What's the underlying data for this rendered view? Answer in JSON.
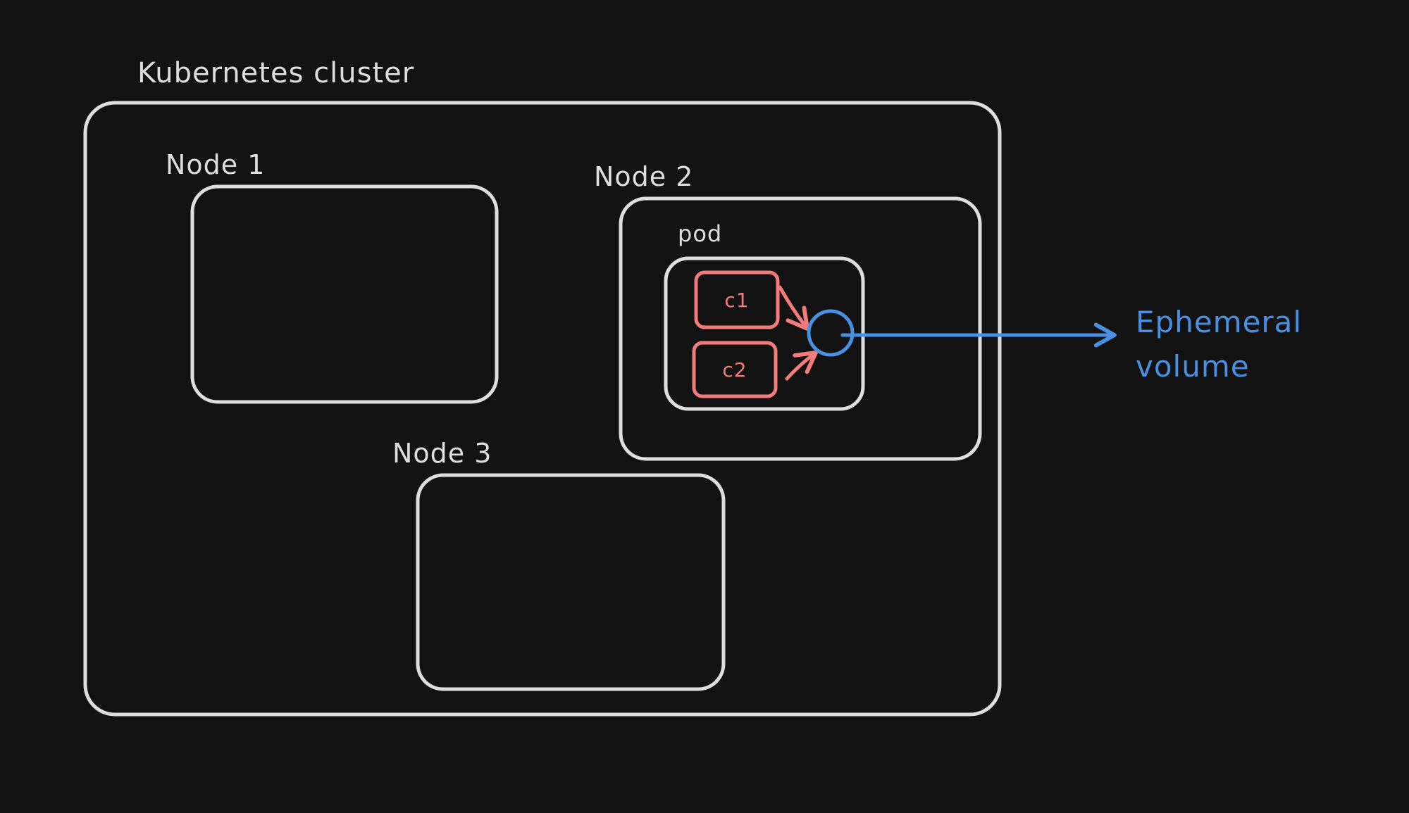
{
  "diagram": {
    "cluster": {
      "label": "Kubernetes cluster"
    },
    "nodes": [
      {
        "label": "Node 1"
      },
      {
        "label": "Node 2"
      },
      {
        "label": "Node 3"
      }
    ],
    "pod": {
      "label": "pod",
      "containers": [
        {
          "label": "c1"
        },
        {
          "label": "c2"
        }
      ]
    },
    "volume": {
      "label_line1": "Ephemeral",
      "label_line2": "volume"
    }
  },
  "colors": {
    "background": "#121212",
    "outline": "#dedede",
    "container": "#f27b7b",
    "volume": "#4a90e2"
  }
}
